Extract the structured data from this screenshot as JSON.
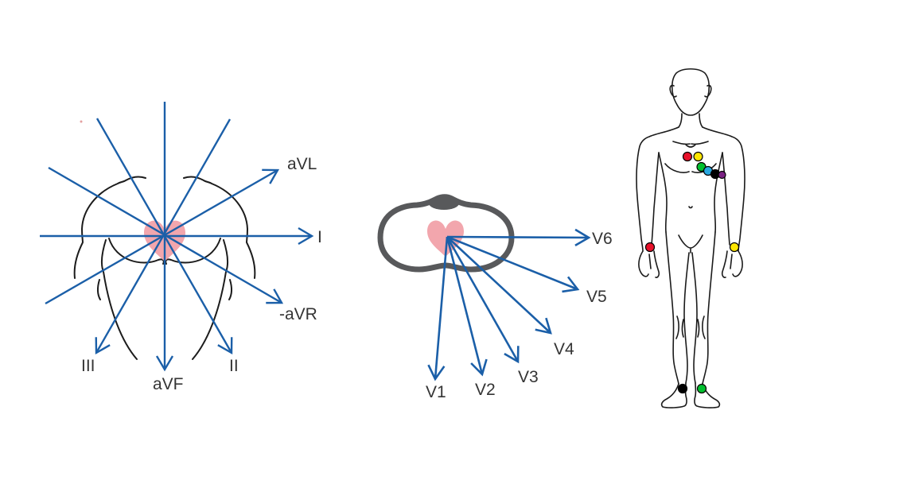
{
  "hexaxial": {
    "arrow_color": "#1b5fa8",
    "heart_color": "#f2a6ad",
    "outline_color": "#1c1c1c",
    "leads": [
      {
        "label": "aVL",
        "angle_deg": -30
      },
      {
        "label": "I",
        "angle_deg": 0
      },
      {
        "label": "-aVR",
        "angle_deg": 30
      },
      {
        "label": "II",
        "angle_deg": 60
      },
      {
        "label": "aVF",
        "angle_deg": 90
      },
      {
        "label": "III",
        "angle_deg": 120
      }
    ]
  },
  "precordial": {
    "arrow_color": "#1b5fa8",
    "heart_color": "#f2a6ad",
    "torso_section_color": "#58595b",
    "leads": [
      {
        "label": "V1"
      },
      {
        "label": "V2"
      },
      {
        "label": "V3"
      },
      {
        "label": "V4"
      },
      {
        "label": "V5"
      },
      {
        "label": "V6"
      }
    ]
  },
  "body": {
    "outline_color": "#1b1b1b",
    "chest_electrodes": [
      {
        "name": "chest-electrode-1",
        "color": "#e8112a"
      },
      {
        "name": "chest-electrode-2",
        "color": "#ffe600"
      },
      {
        "name": "chest-electrode-3",
        "color": "#00c02e"
      },
      {
        "name": "chest-electrode-4",
        "color": "#29a8e0"
      },
      {
        "name": "chest-electrode-5",
        "color": "#000000"
      },
      {
        "name": "chest-electrode-6",
        "color": "#7a2182"
      }
    ],
    "limb_electrodes": [
      {
        "name": "right-arm-electrode",
        "color": "#e8112a"
      },
      {
        "name": "left-arm-electrode",
        "color": "#ffe600"
      },
      {
        "name": "right-leg-electrode",
        "color": "#000000"
      },
      {
        "name": "left-leg-electrode",
        "color": "#00c02e"
      }
    ]
  }
}
